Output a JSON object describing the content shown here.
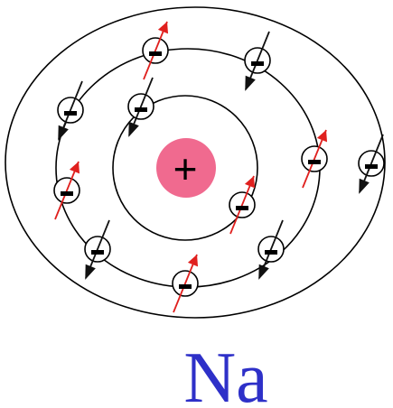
{
  "nucleus": {
    "symbol": "+",
    "color": "#f06a8f"
  },
  "element_label": {
    "text": "Na",
    "color": "#2e30c8"
  },
  "colors": {
    "spin_up": "#e0201e",
    "spin_down": "#111111",
    "shell": "#000000"
  },
  "shells": [
    {
      "name": "inner",
      "electron_count": 2
    },
    {
      "name": "middle",
      "electron_count": 8
    },
    {
      "name": "outer",
      "electron_count": 1
    }
  ],
  "electrons": [
    {
      "shell": "inner",
      "spin": "down",
      "symbol": "-"
    },
    {
      "shell": "inner",
      "spin": "up",
      "symbol": "-"
    },
    {
      "shell": "middle",
      "spin": "up",
      "symbol": "-"
    },
    {
      "shell": "middle",
      "spin": "down",
      "symbol": "-"
    },
    {
      "shell": "middle",
      "spin": "down",
      "symbol": "-"
    },
    {
      "shell": "middle",
      "spin": "up",
      "symbol": "-"
    },
    {
      "shell": "middle",
      "spin": "up",
      "symbol": "-"
    },
    {
      "shell": "middle",
      "spin": "down",
      "symbol": "-"
    },
    {
      "shell": "middle",
      "spin": "down",
      "symbol": "-"
    },
    {
      "shell": "middle",
      "spin": "up",
      "symbol": "-"
    },
    {
      "shell": "outer",
      "spin": "down",
      "symbol": "-"
    }
  ]
}
